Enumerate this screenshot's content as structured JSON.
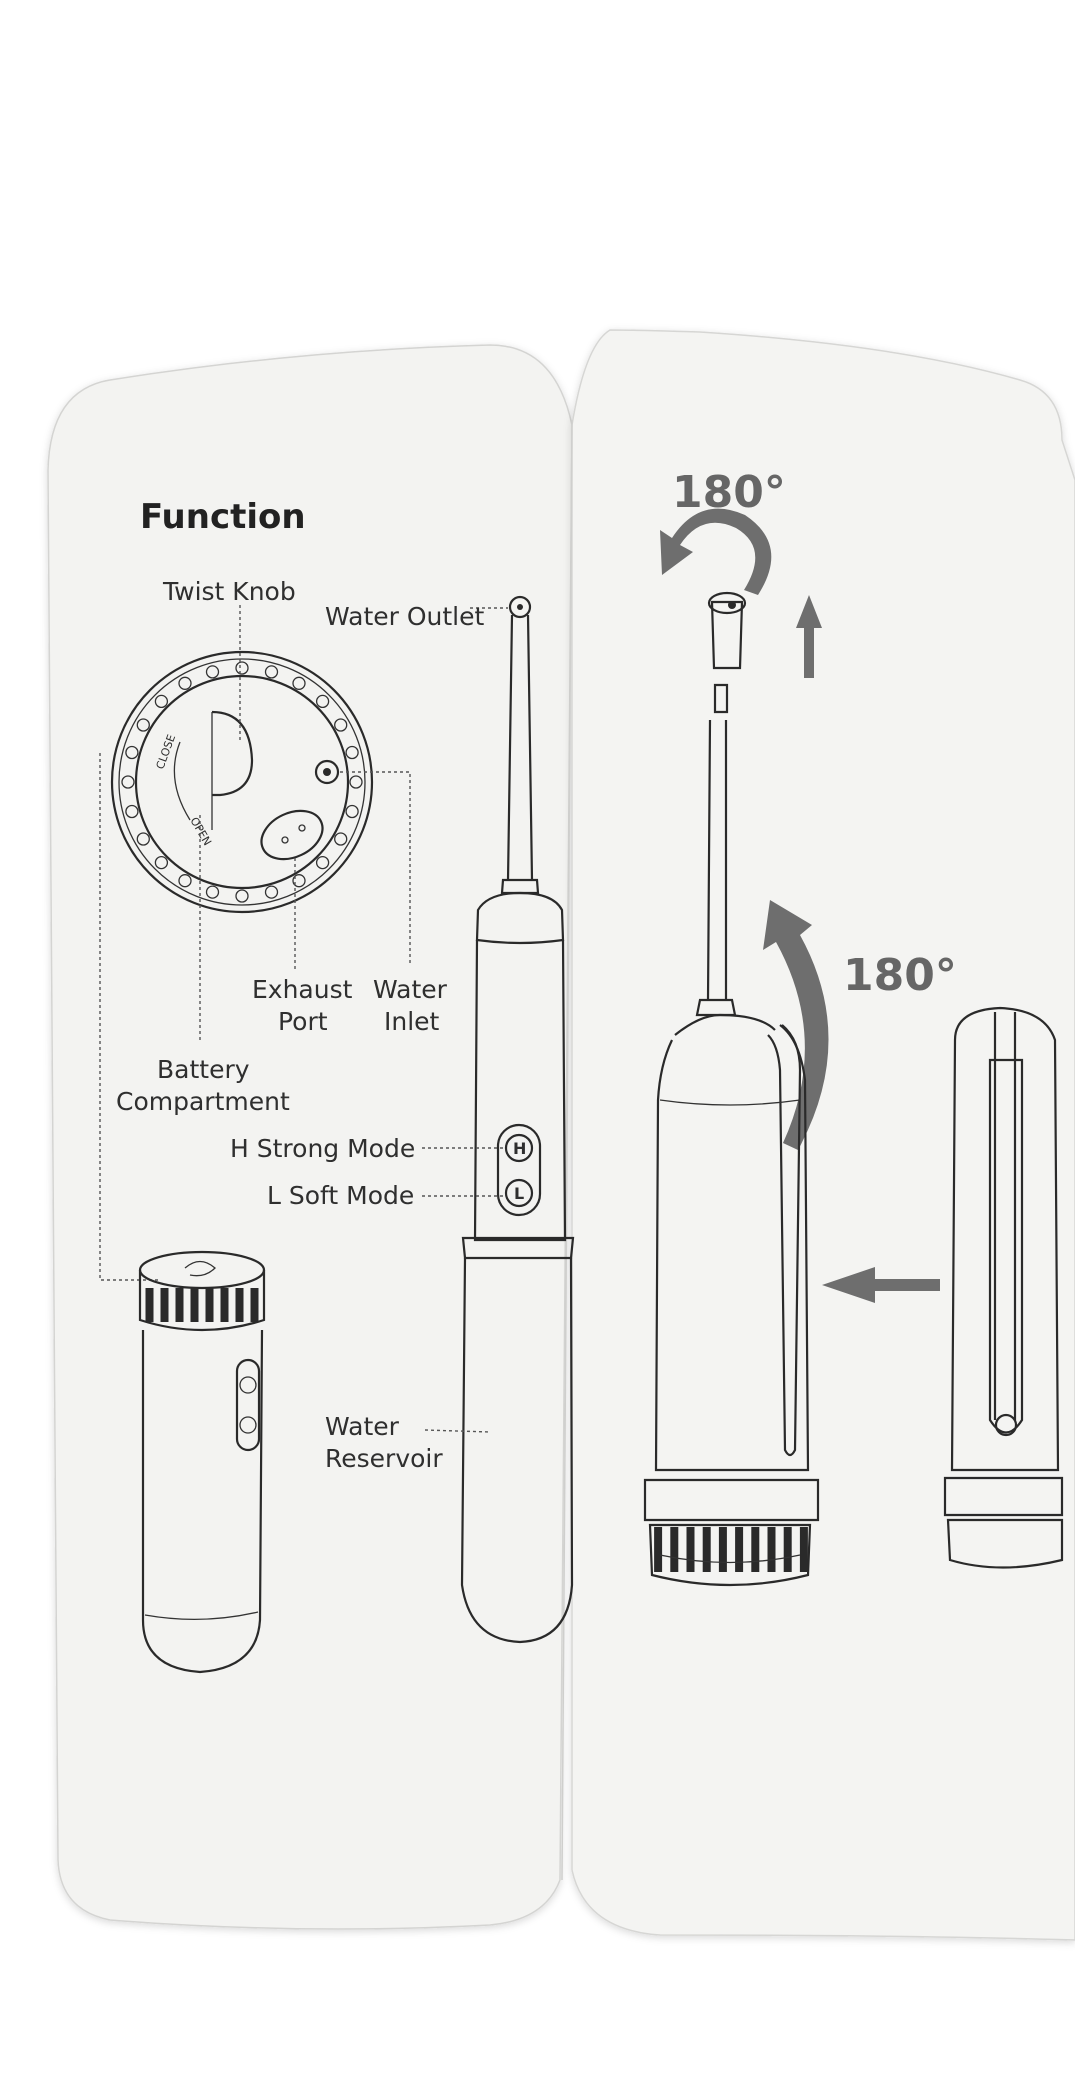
{
  "title": "Function",
  "labels": {
    "twist_knob": "Twist Knob",
    "water_outlet": "Water Outlet",
    "close": "CLOSE",
    "open": "OPEN",
    "exhaust_port_1": "Exhaust",
    "exhaust_port_2": "Port",
    "water_inlet_1": "Water",
    "water_inlet_2": "Inlet",
    "battery_1": "Battery",
    "battery_2": "Compartment",
    "strong_mode": "H  Strong Mode",
    "soft_mode": "L  Soft Mode",
    "water_reservoir_1": "Water",
    "water_reservoir_2": "Reservoir",
    "button_h": "H",
    "button_l": "L"
  },
  "rotation_top": "180°",
  "rotation_side": "180°",
  "colors": {
    "paper": "#f3f3f1",
    "line": "#2a2a2a",
    "arrow": "#6e6e6e"
  }
}
